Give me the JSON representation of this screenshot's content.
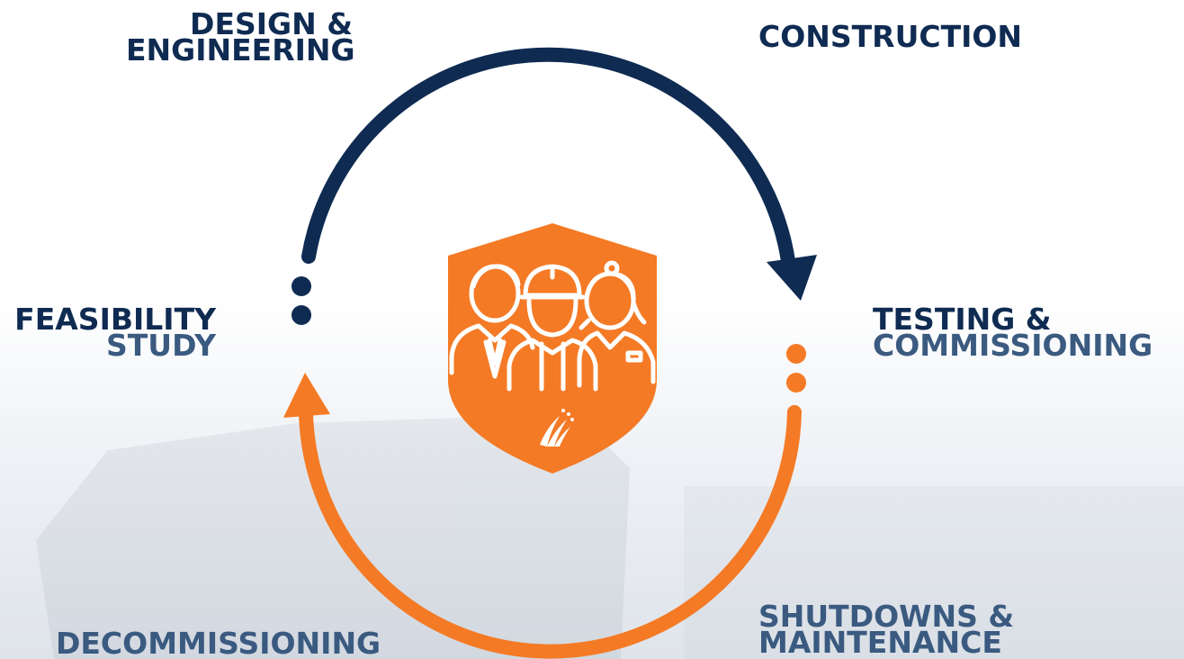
{
  "stages": {
    "design": {
      "line1": "DESIGN &",
      "line2": "ENGINEERING"
    },
    "construction": {
      "line1": "CONSTRUCTION"
    },
    "testing": {
      "line1": "TESTING &",
      "line2": "COMMISSIONING"
    },
    "shutdowns": {
      "line1": "SHUTDOWNS &",
      "line2": "MAINTENANCE"
    },
    "decommissioning": {
      "line1": "DECOMMISSIONING"
    },
    "feasibility": {
      "line1": "FEASIBILITY",
      "line2": "STUDY"
    }
  },
  "colors": {
    "navy": "#0f2b52",
    "slate": "#3a5a80",
    "orange": "#f47a25",
    "background": "#ffffff"
  },
  "icons": {
    "center": "team-shield-icon",
    "top_arrow": "navy-arc-arrow",
    "bottom_arrow": "orange-arc-arrow"
  }
}
